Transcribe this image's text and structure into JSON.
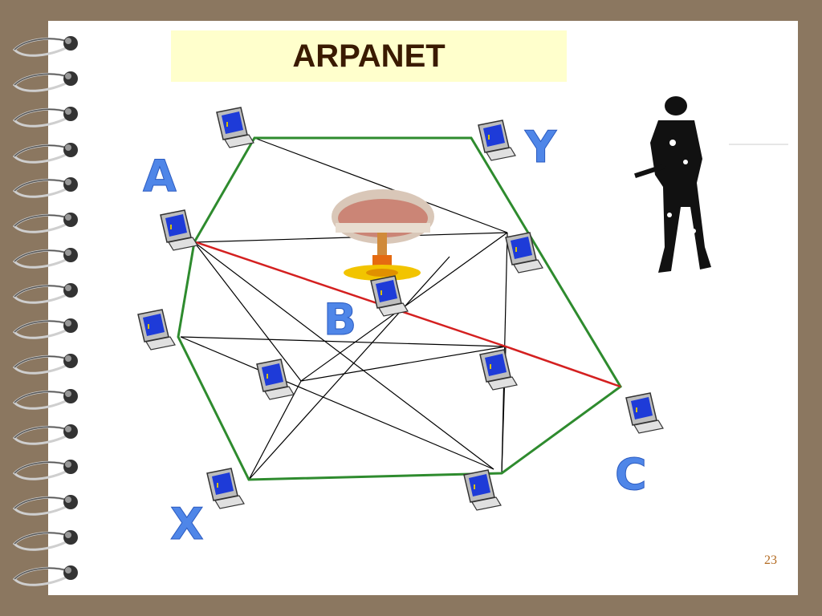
{
  "slide": {
    "title": "ARPANET",
    "page_number": "23"
  },
  "labels": {
    "a": "A",
    "b": "B",
    "c": "C",
    "x": "X",
    "y": "Y"
  },
  "colors": {
    "ring_edge": "#2e8b2e",
    "highlight_path": "#d42020",
    "mesh_link": "#000000",
    "label_fill": "#4f86e8",
    "title_background": "#ffffcc",
    "background": "#8b7760"
  },
  "icons": {
    "computers": "computer-terminal-icon",
    "explosion": "nuclear-explosion-icon",
    "soldier": "soldier-icon",
    "binding": "spiral-binding"
  }
}
